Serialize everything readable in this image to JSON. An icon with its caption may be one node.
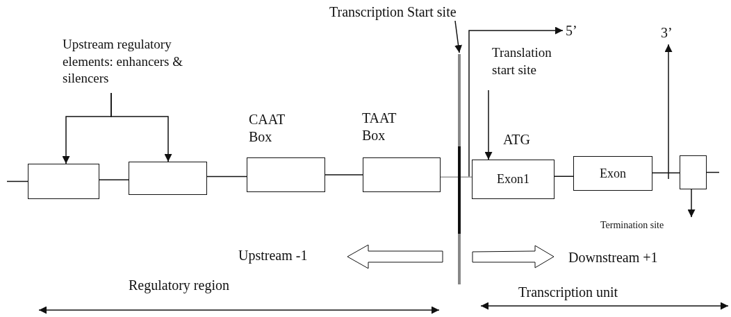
{
  "diagram": {
    "nodes": [
      {
        "text": [],
        "shape": "box"
      },
      {
        "text": [],
        "shape": "box"
      },
      {
        "text": [
          "CAAT Box"
        ]
      },
      {
        "text": [
          "TAAT Box"
        ]
      },
      {
        "text": [
          "ATG",
          "Exon1"
        ]
      },
      {
        "text": [
          "Exon"
        ]
      },
      {
        "text": [],
        "shape": "box"
      },
      {
        "text": [
          "Upstream regulatory elements: enhancers & silencers"
        ]
      },
      {
        "text": [
          "Transcription Start site"
        ]
      },
      {
        "text": [],
        "shape": "bar"
      },
      {
        "text": [
          "5’"
        ]
      },
      {
        "text": [
          "Translation start site"
        ]
      },
      {
        "text": [
          "3’"
        ]
      },
      {
        "text": [
          "Termination site"
        ]
      }
    ],
    "edges": [
      {
        "from": 7,
        "to": 0,
        "arrow": "to"
      },
      {
        "from": 7,
        "to": 1,
        "arrow": "to"
      },
      {
        "from": null,
        "to": 0,
        "arrow": "none"
      },
      {
        "from": 0,
        "to": 1,
        "arrow": "none"
      },
      {
        "from": 1,
        "to": 2,
        "arrow": "none"
      },
      {
        "from": 2,
        "to": 3,
        "arrow": "none"
      },
      {
        "from": 3,
        "to": 4,
        "arrow": "none",
        "color": "#999999"
      },
      {
        "from": 4,
        "to": 5,
        "arrow": "none"
      },
      {
        "from": 5,
        "to": 6,
        "arrow": "none"
      },
      {
        "from": 6,
        "to": null,
        "arrow": "none"
      },
      {
        "from": 8,
        "to": 9,
        "arrow": "to"
      },
      {
        "from": 4,
        "to": 10,
        "arrow": "to"
      },
      {
        "from": 11,
        "to": 4,
        "arrow": "to"
      },
      {
        "from": null,
        "to": 12,
        "arrow": "to"
      },
      {
        "from": 6,
        "to": 13,
        "arrow": "to"
      }
    ],
    "labels": [
      "Upstream -1",
      "Downstream +1",
      "Regulatory region",
      "Transcription unit"
    ]
  }
}
